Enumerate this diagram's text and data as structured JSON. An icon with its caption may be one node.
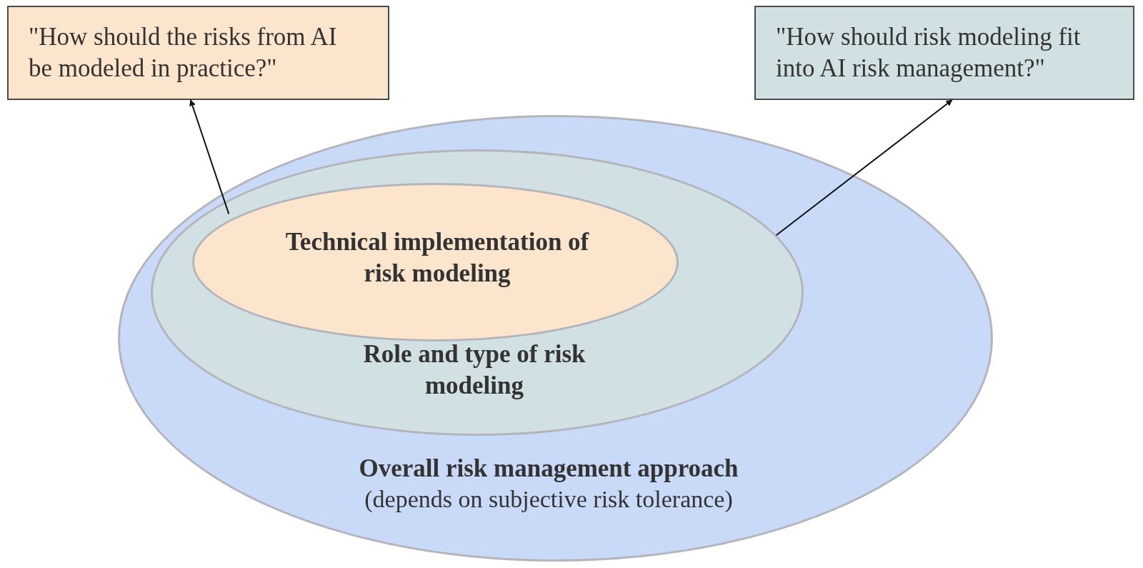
{
  "diagram": {
    "nodes": [
      {
        "text": [
          "Overall risk management approach",
          "(depends on subjective risk tolerance)"
        ]
      },
      {
        "text": [
          "Role and type of risk modeling"
        ],
        "in": 0
      },
      {
        "text": [
          "Technical implementation of risk modeling"
        ],
        "in": 1
      },
      {
        "text": [
          "\"How should the risks from AI be modeled in practice?\""
        ]
      },
      {
        "text": [
          "\"How should risk modeling fit into AI risk management?\""
        ]
      }
    ],
    "edges": [
      {
        "from": 2,
        "to": 3,
        "arrow": "to"
      },
      {
        "from": 1,
        "to": 4,
        "arrow": "to"
      }
    ]
  }
}
